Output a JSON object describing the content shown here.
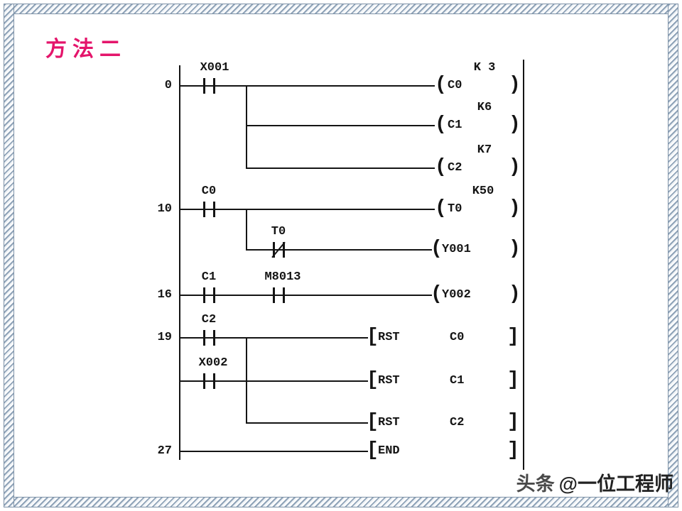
{
  "page": {
    "title": "方法二",
    "watermark_prefix": "头条",
    "watermark_handle": "@一位工程师"
  },
  "sym": {
    "coil_open": "(",
    "coil_close": ")",
    "bracket_open": "[",
    "bracket_close": "]"
  },
  "ladder": {
    "rung0": {
      "number": "0",
      "contact": "X001",
      "coils": [
        {
          "label": "C0",
          "k": "K 3"
        },
        {
          "label": "C1",
          "k": "K6"
        },
        {
          "label": "C2",
          "k": "K7"
        }
      ]
    },
    "rung10": {
      "number": "10",
      "contact": "C0",
      "coil": "T0",
      "k": "K50",
      "nc_contact": "T0",
      "branch_coil": "Y001"
    },
    "rung16": {
      "number": "16",
      "contact1": "C1",
      "contact2": "M8013",
      "coil": "Y002"
    },
    "rung19": {
      "number": "19",
      "contact": "C2",
      "contact2": "X002",
      "rst": [
        {
          "op": "RST",
          "operand": "C0"
        },
        {
          "op": "RST",
          "operand": "C1"
        },
        {
          "op": "RST",
          "operand": "C2"
        }
      ]
    },
    "rung27": {
      "number": "27",
      "end_op": "END"
    }
  }
}
